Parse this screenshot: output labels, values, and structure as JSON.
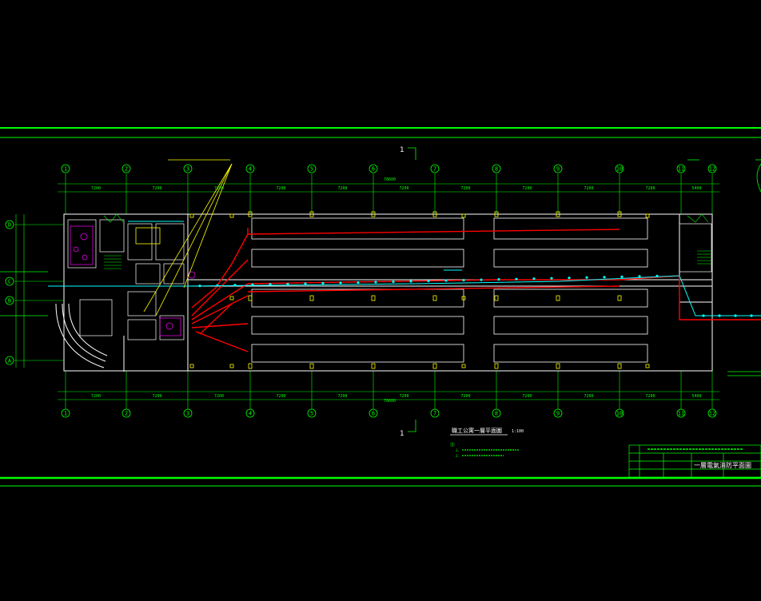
{
  "drawing": {
    "plan_title": "職工公寓一層平面圖",
    "plan_scale": "1:100",
    "section_mark_top": "1",
    "section_mark_bottom": "1",
    "total_dimension": "78600",
    "bay_dimensions": [
      "7200",
      "7200",
      "7200",
      "7200",
      "7200",
      "7200",
      "7200",
      "7200",
      "7200",
      "7200",
      "5400"
    ]
  },
  "axes": {
    "columns": [
      "1",
      "2",
      "3",
      "4",
      "5",
      "6",
      "7",
      "8",
      "9",
      "10",
      "11",
      "12"
    ],
    "rows": [
      "D",
      "C",
      "B",
      "A"
    ]
  },
  "notes": {
    "heading": "注:",
    "items": [
      "1.",
      "2."
    ]
  },
  "title_block": {
    "sheet_title": "一層電氣消防平面圖"
  },
  "colors": {
    "background": "#000000",
    "frame": "#00ff00",
    "walls": "#ffffff",
    "fire_lines": "#ff0000",
    "water_lines": "#00ffff",
    "devices": "#ffff00",
    "stairs": "#ff00ff",
    "leaders": "#ffff00"
  }
}
